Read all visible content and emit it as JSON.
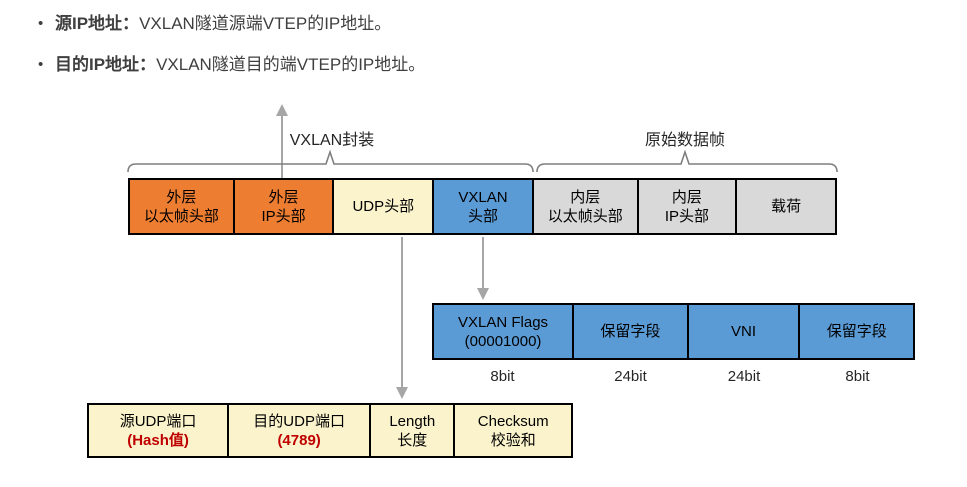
{
  "bullet_marker": "•",
  "bullets": [
    {
      "label": "源IP地址：",
      "text": "VXLAN隧道源端VTEP的IP地址。"
    },
    {
      "label": "目的IP地址：",
      "text": "VXLAN隧道目的端VTEP的IP地址。"
    }
  ],
  "section_labels": {
    "vxlan_encap": "VXLAN封装",
    "original_frame": "原始数据帧"
  },
  "packet_row": [
    {
      "line1": "外层",
      "line2": "以太帧头部"
    },
    {
      "line1": "外层",
      "line2": "IP头部"
    },
    {
      "line1": "UDP头部"
    },
    {
      "line1": "VXLAN",
      "line2": "头部"
    },
    {
      "line1": "内层",
      "line2": "以太帧头部"
    },
    {
      "line1": "内层",
      "line2": "IP头部"
    },
    {
      "line1": "载荷"
    }
  ],
  "vxlan_header_row": {
    "fields": [
      {
        "line1": "VXLAN Flags",
        "line2": "(00001000)",
        "bits": "8bit"
      },
      {
        "line1": "保留字段",
        "bits": "24bit"
      },
      {
        "line1": "VNI",
        "bits": "24bit"
      },
      {
        "line1": "保留字段",
        "bits": "8bit"
      }
    ]
  },
  "udp_header_row": {
    "fields": [
      {
        "line1": "源UDP端口",
        "line2": "(Hash值)"
      },
      {
        "line1": "目的UDP端口",
        "line2": "(4789)"
      },
      {
        "line1": "Length",
        "line2": "长度"
      },
      {
        "line1": "Checksum",
        "line2": "校验和"
      }
    ]
  },
  "colors": {
    "orange": "#ED7D31",
    "yellow": "#FAF3CC",
    "blue": "#5B9BD5",
    "gray": "#D9D9D9",
    "red": "#C00000",
    "arrow-gray": "#A6A6A6",
    "brace-gray": "#7F7F7F"
  }
}
